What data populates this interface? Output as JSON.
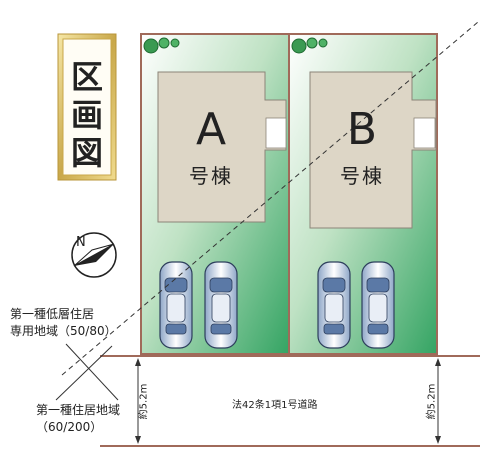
{
  "title": {
    "chars": [
      "区",
      "画",
      "図"
    ]
  },
  "lots": [
    {
      "letter": "A",
      "sub": "号棟"
    },
    {
      "letter": "B",
      "sub": "号棟"
    }
  ],
  "zones": {
    "upper": {
      "line1": "第一種低層住居",
      "line2": "専用地域（50/80）"
    },
    "lower": {
      "line1": "第一種住居地域",
      "line2": "（60/200）"
    }
  },
  "road": {
    "label": "法42条1項1号道路",
    "width_left": "約5.2m",
    "width_right": "約5.2m"
  },
  "icons": [
    "compass-north-icon",
    "tree-icon",
    "car-icon"
  ],
  "colors": {
    "lot_fill": "#3fae6a",
    "house_fill": "#ddd6c6",
    "boundary": "#a06a5a",
    "title_gold": "#c9a84a"
  }
}
